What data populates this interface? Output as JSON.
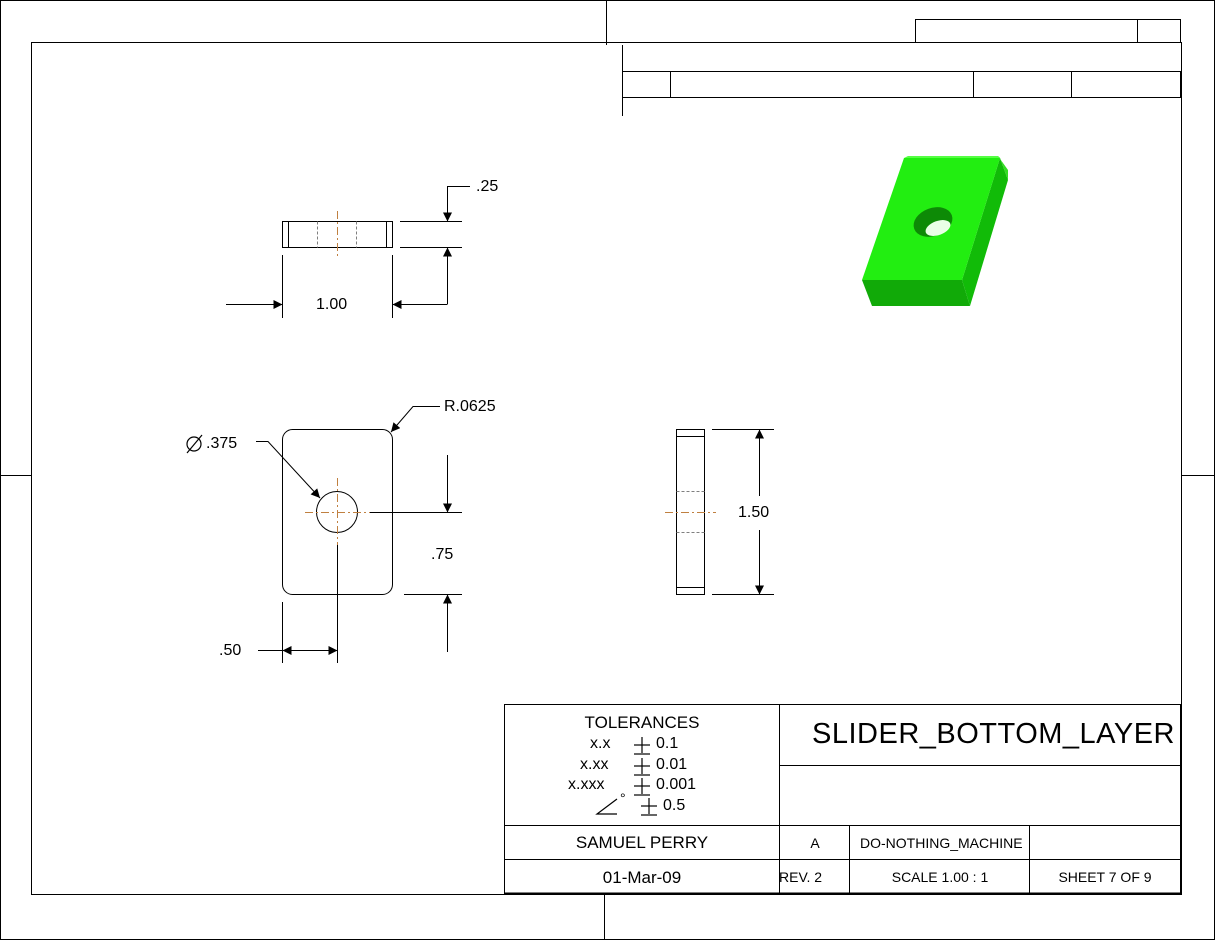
{
  "dimensions": {
    "top_height": ".25",
    "top_width": "1.00",
    "corner_radius": "R.0625",
    "hole_diameter": ".375",
    "hole_offset_y": ".75",
    "hole_offset_x": ".50",
    "side_height": "1.50"
  },
  "title_block": {
    "tolerances_heading": "TOLERANCES",
    "tolerances": [
      {
        "format": "x.x",
        "value": "0.1"
      },
      {
        "format": "x.xx",
        "value": "0.01"
      },
      {
        "format": "x.xxx",
        "value": "0.001"
      },
      {
        "format": "°",
        "value": "0.5"
      }
    ],
    "part_name": "SLIDER_BOTTOM_LAYER",
    "author": "SAMUEL PERRY",
    "size": "A",
    "project": "DO-NOTHING_MACHINE",
    "date": "01-Mar-09",
    "revision": "REV. 2",
    "scale": "SCALE 1.00 : 1",
    "sheet": "SHEET 7 OF 9"
  },
  "colors": {
    "line": "#000000",
    "hidden_line": "#7f7f7f",
    "center_line": "#c08040",
    "part_green": "#22ee11",
    "part_green_dark": "#11aa08",
    "part_green_light": "#55ff44"
  }
}
